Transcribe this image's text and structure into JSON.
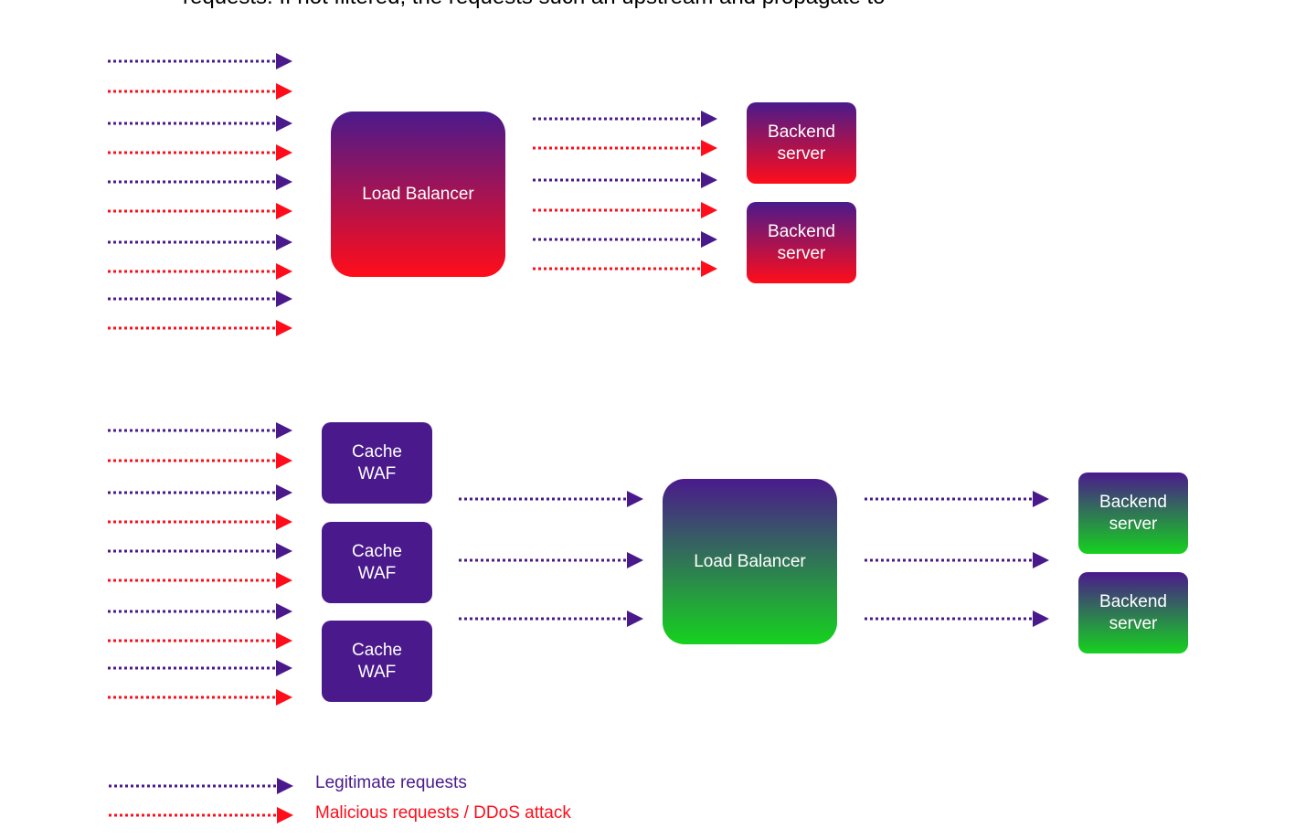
{
  "caption": "requests. If not filtered, the requests such an upstream and propagate to",
  "colors": {
    "legitimate": "#4a1a8c",
    "malicious": "#ff0d1a",
    "healthy": "#16d21f"
  },
  "top_section": {
    "load_balancer": "Load Balancer",
    "backends": [
      "Backend\nserver",
      "Backend\nserver"
    ],
    "incoming_requests": [
      "legitimate",
      "malicious",
      "legitimate",
      "malicious",
      "legitimate",
      "malicious",
      "legitimate",
      "malicious",
      "legitimate",
      "malicious"
    ],
    "forwarded_requests": [
      "legitimate",
      "malicious",
      "legitimate",
      "malicious",
      "legitimate",
      "malicious"
    ]
  },
  "bottom_section": {
    "caches": [
      "Cache\nWAF",
      "Cache\nWAF",
      "Cache\nWAF"
    ],
    "load_balancer": "Load Balancer",
    "backends": [
      "Backend\nserver",
      "Backend\nserver"
    ],
    "incoming_requests": [
      "legitimate",
      "malicious",
      "legitimate",
      "malicious",
      "legitimate",
      "malicious",
      "legitimate",
      "malicious",
      "legitimate",
      "malicious"
    ],
    "filtered_requests": [
      "legitimate",
      "legitimate",
      "legitimate"
    ],
    "backend_requests": [
      "legitimate",
      "legitimate",
      "legitimate"
    ]
  },
  "legend": {
    "legitimate": "Legitimate requests",
    "malicious": "Malicious requests / DDoS attack"
  }
}
